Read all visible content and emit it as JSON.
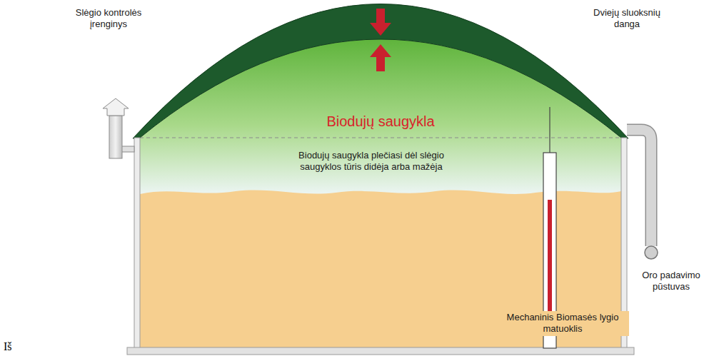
{
  "diagram": {
    "labels": [
      "Slėgio kontrolės įrenginys",
      "Dviejų sluoksnių danga",
      "Biodujų saugykla",
      "Biodujų saugykla plečiasi dėl slėgio saugyklos tūris didėja arba mažėja",
      "Oro padavimo pūstuvas",
      "Mechaninis Biomasės lygio matuoklis",
      "Iš"
    ]
  }
}
